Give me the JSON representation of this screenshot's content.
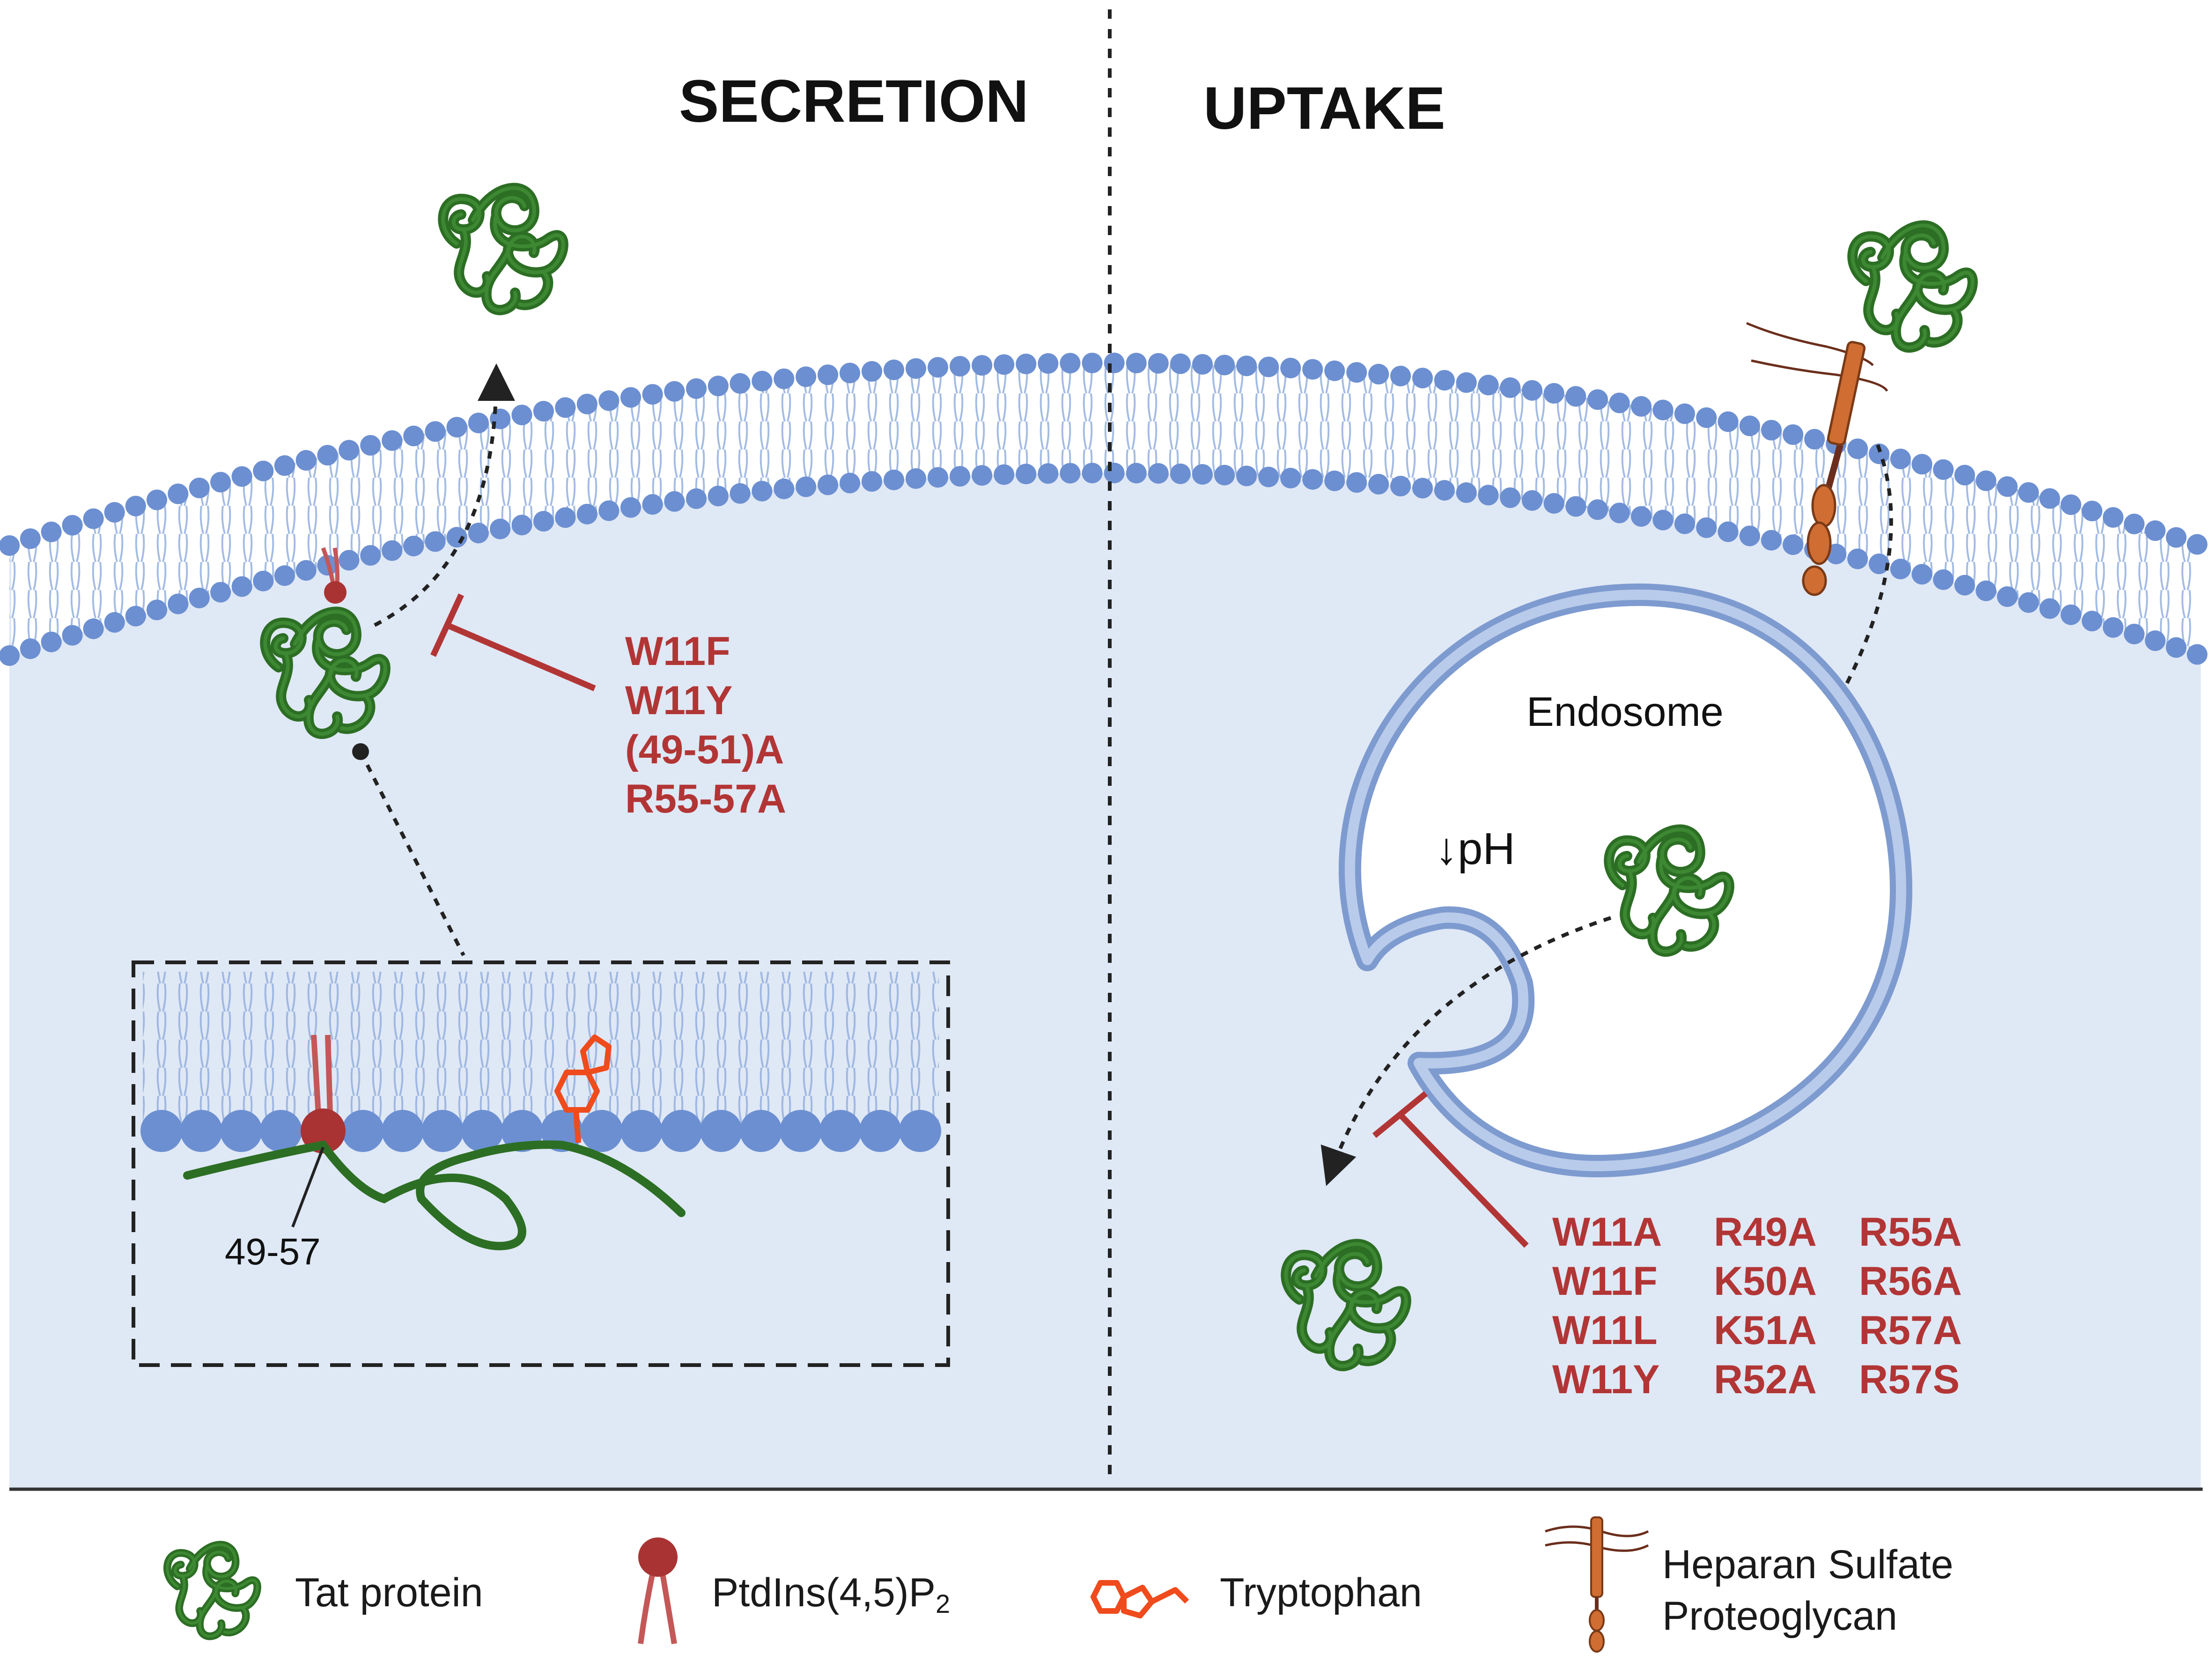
{
  "sections": {
    "secretion_title": "SECRETION",
    "uptake_title": "UPTAKE"
  },
  "secretion": {
    "mutations": [
      "W11F",
      "W11Y",
      "(49-51)A",
      "R55-57A"
    ],
    "inset_label": "49-57"
  },
  "uptake": {
    "endosome_label": "Endosome",
    "ph_label": "↓pH",
    "mutation_columns": [
      [
        "W11A",
        "W11F",
        "W11L",
        "W11Y"
      ],
      [
        "R49A",
        "K50A",
        "K51A",
        "R52A"
      ],
      [
        "R55A",
        "R56A",
        "R57A",
        "R57S"
      ]
    ]
  },
  "legend": {
    "tat": "Tat protein",
    "pip2_main": "PtdIns(4,5)P",
    "pip2_sub": "2",
    "tryptophan": "Tryptophan",
    "hspg_line1": "Heparan Sulfate",
    "hspg_line2": "Proteoglycan"
  },
  "colors": {
    "cytoplasm": "#dfe8f5",
    "lipid_head": "#6c8fd1",
    "lipid_tail": "#9fb8e2",
    "tat_protein": "#2c6e24",
    "inhibitor": "#b23535",
    "tryptophan": "#ef4b1c",
    "hspg_core": "#d06d32",
    "pip2": "#a93333"
  }
}
